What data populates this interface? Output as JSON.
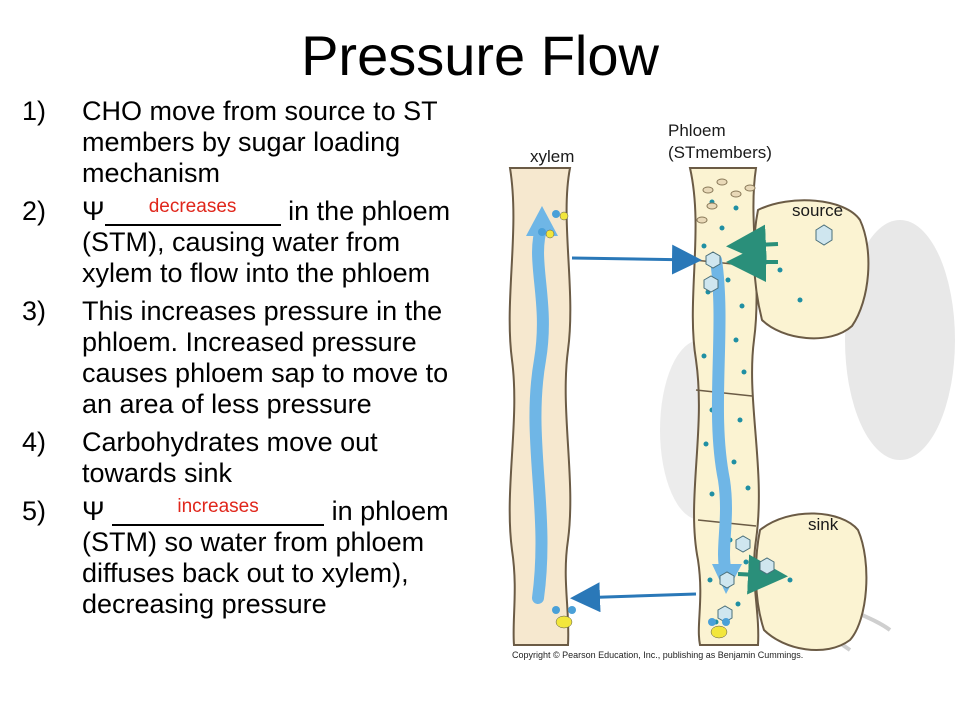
{
  "slide": {
    "title": "Pressure Flow",
    "points": [
      {
        "num": "1)",
        "text": "CHO move from source to ST members by sugar loading mechanism"
      },
      {
        "num": "2)",
        "pre": "Ψ",
        "blank_fill": "decreases",
        "post": " in the phloem (STM), causing water from xylem to flow into the phloem"
      },
      {
        "num": "3)",
        "text": "This increases pressure in the phloem. Increased pressure causes phloem sap to move to an area of less pressure"
      },
      {
        "num": "4)",
        "text": "Carbohydrates move out towards sink"
      },
      {
        "num": "5)",
        "pre": "Ψ ",
        "blank_fill": "increases",
        "post": " in phloem (STM) so water from phloem diffuses back out to xylem), decreasing pressure"
      }
    ]
  },
  "diagram": {
    "labels": {
      "xylem": "xylem",
      "phloem": "Phloem\n(STmembers)",
      "source": "source",
      "sink": "sink"
    },
    "copyright": "Copyright © Pearson Education, Inc., publishing as Benjamin Cummings.",
    "colors": {
      "tube": "#f6e8cf",
      "tube_edge": "#6b5b45",
      "phloem_fill": "#fbf3d2",
      "dot": "#1f8fa3",
      "flow_arrow": "#6fb6e6",
      "transfer_arrow": "#2a78b8",
      "source_arrow": "#2a8f7a",
      "sugar": "#cfe6ef",
      "glucose": "#f2e63c",
      "highlight_text": "#e0261b"
    }
  }
}
